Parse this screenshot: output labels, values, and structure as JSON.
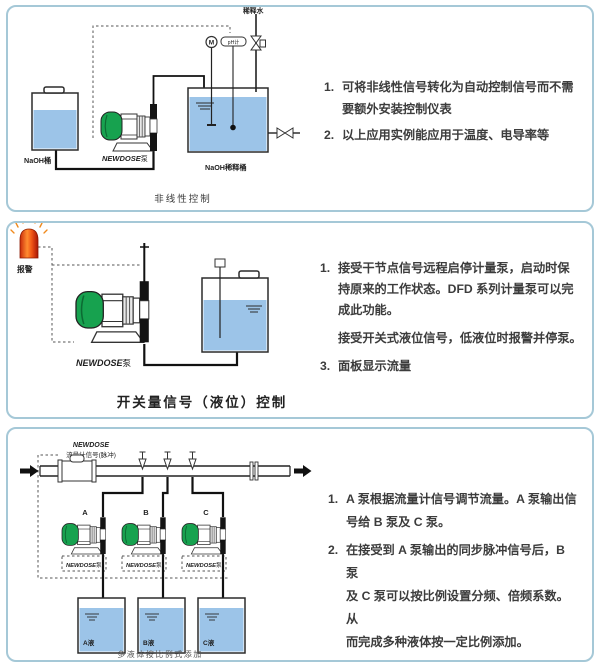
{
  "colors": {
    "panel_border": "#a5c8d7",
    "liquid_blue": "#9cc4e8",
    "pump_green": "#17a24f",
    "alarm_orange": "#ff8c30",
    "note_text": "#3c3c3c"
  },
  "panel1": {
    "caption": "非线性控制",
    "diagram": {
      "water_inlet_label": "稀释水",
      "naoh_tank_label": "NaOH桶",
      "pump_brand": "NEWDOSE",
      "pump_suffix": "泵",
      "dilution_tank_label": "NaOH稀释桶",
      "motor_letter": "M",
      "sensor_label": "pH计"
    },
    "notes": [
      {
        "num": "1.",
        "text": "可将非线性信号转化为自动控制信号而不需\n要额外安装控制仪表"
      },
      {
        "num": "2.",
        "text": "以上应用实例能应用于温度、电导率等"
      }
    ]
  },
  "panel2": {
    "caption": "开关量信号（液位）控制",
    "diagram": {
      "alarm_label": "报警",
      "pump_brand": "NEWDOSE",
      "pump_suffix": "泵"
    },
    "notes": [
      {
        "num": "1.",
        "text": "接受干节点信号远程启停计量泵，启动时保\n持原来的工作状态。DFD 系列计量泵可以完\n成此功能。"
      },
      {
        "num": "2.",
        "text": "接受开关式液位信号，低液位时报警并停泵。"
      },
      {
        "num": "3.",
        "text": "面板显示流量"
      }
    ]
  },
  "panel3": {
    "caption": "多液体按比例式添加",
    "diagram": {
      "header_brand": "NEWDOSE",
      "header_sub": "流量计信号(脉冲)",
      "pump_a_letter": "A",
      "pump_b_letter": "B",
      "pump_c_letter": "C",
      "pump_brand": "NEWDOSE",
      "pump_suffix": "泵",
      "tank_a_label": "A液",
      "tank_b_label": "B液",
      "tank_c_label": "C液"
    },
    "notes": [
      {
        "num": "1.",
        "text": "A 泵根据流量计信号调节流量。A 泵输出信\n号给 B 泵及 C 泵。"
      },
      {
        "num": "2.",
        "text": "在接受到 A 泵输出的同步脉冲信号后，B 泵\n及 C 泵可以按比例设置分频、倍频系数。从\n而完成多种液体按一定比例添加。"
      }
    ]
  }
}
